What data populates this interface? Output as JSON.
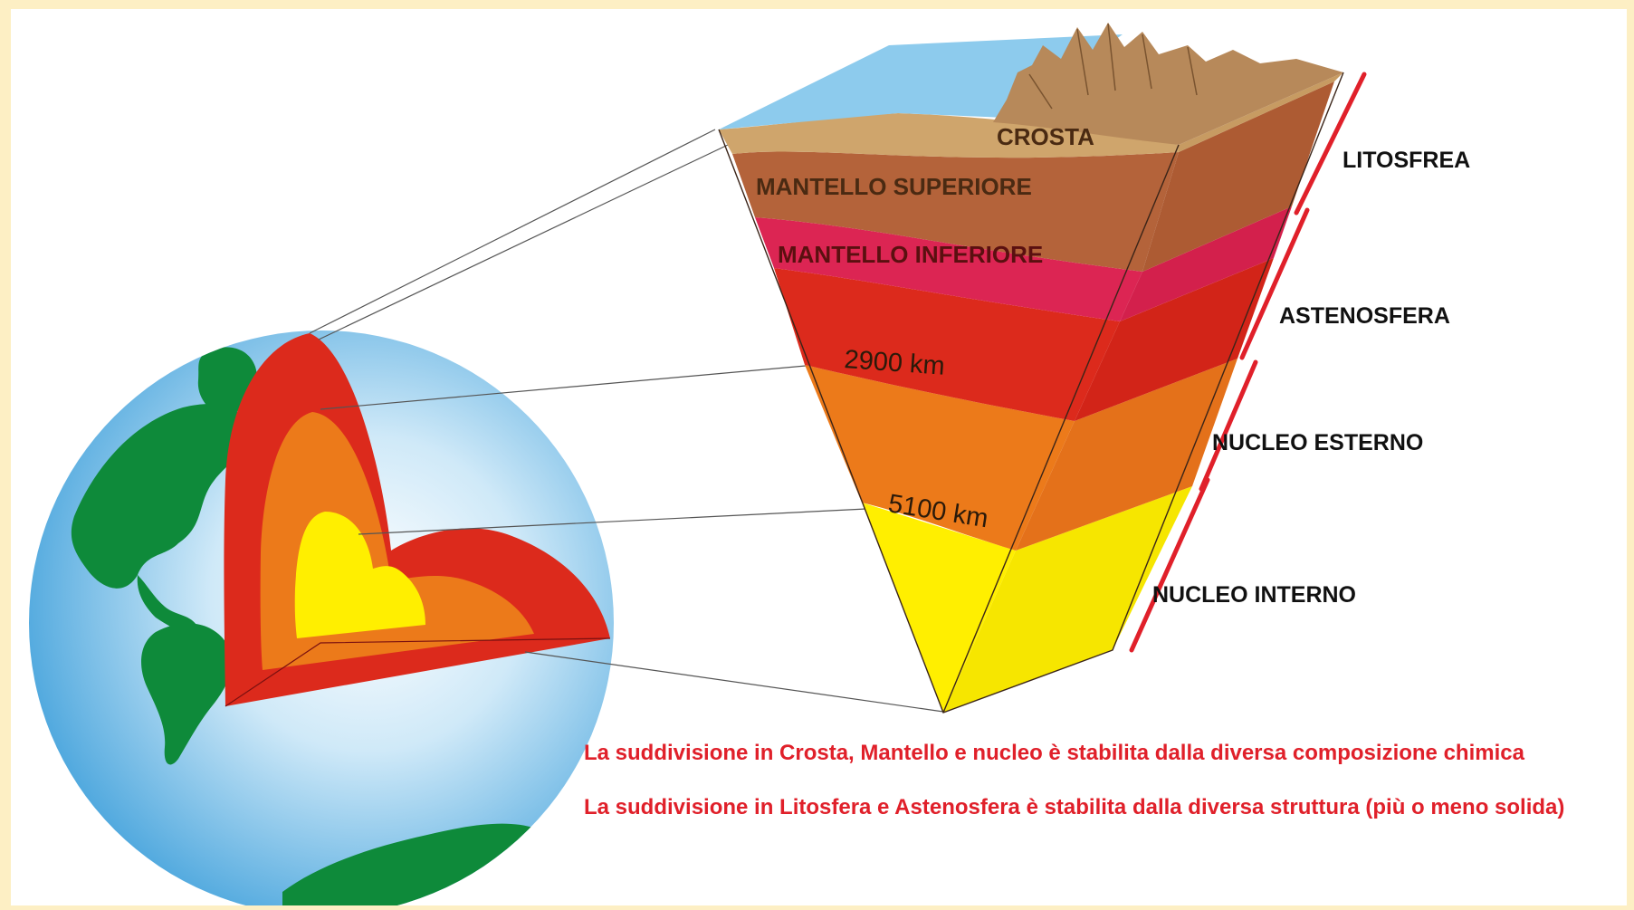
{
  "colors": {
    "water": "#8dcbed",
    "crust": "#cfa56c",
    "upper_mantle": "#b4633a",
    "lower_mantle": "#dc2553",
    "deep_mantle": "#dc2a1c",
    "outer_core": "#ec7a1a",
    "inner_core": "#ffef00",
    "land": "#0e8a3a",
    "zone_bar": "#e0202a",
    "note_text": "#e0202a"
  },
  "layers": {
    "crust": "CROSTA",
    "upper_mantle": "MANTELLO SUPERIORE",
    "lower_mantle": "MANTELLO INFERIORE"
  },
  "depths": {
    "mantle_core": "2900 km",
    "outer_inner_core": "5100 km"
  },
  "zones": {
    "lithosphere": "LITOSFREA",
    "asthenosphere": "ASTENOSFERA",
    "outer_core": "NUCLEO ESTERNO",
    "inner_core": "NUCLEO INTERNO"
  },
  "notes": {
    "composition": "La suddivisione in Crosta, Mantello e nucleo è stabilita dalla diversa composizione chimica",
    "structure": "La suddivisione in Litosfera e Astenosfera è stabilita dalla diversa struttura (più o meno solida)"
  }
}
